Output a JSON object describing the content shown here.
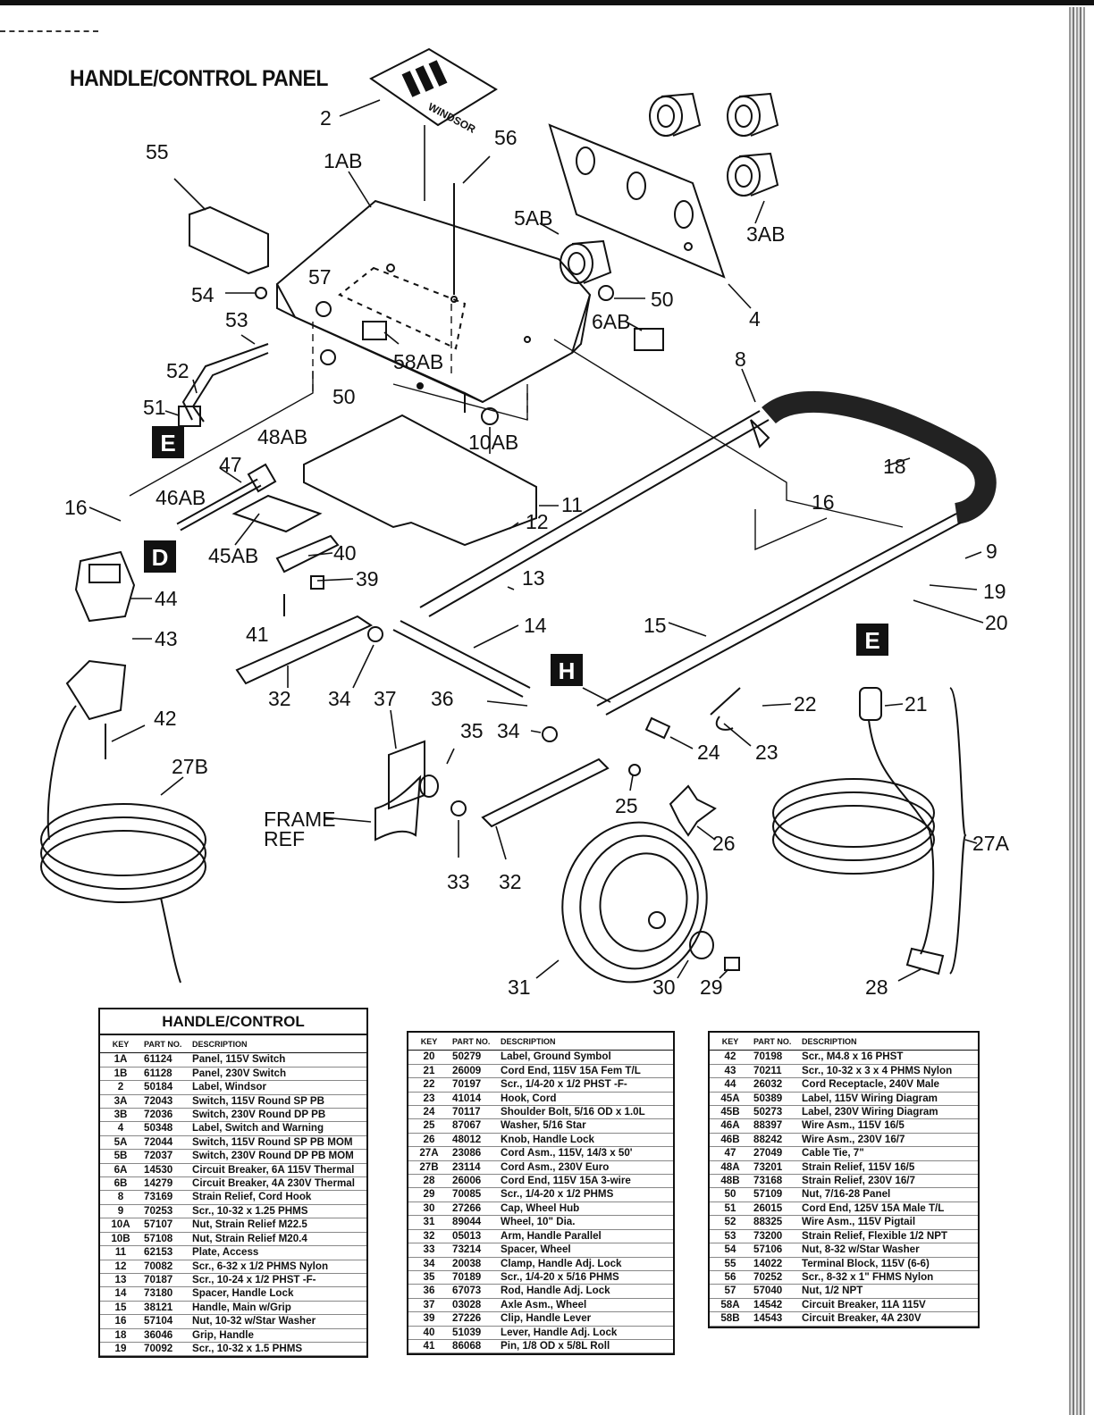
{
  "page_title": "HANDLE/CONTROL PANEL",
  "diagram": {
    "logo_text": "WINDSOR",
    "callouts": {
      "c2": "2",
      "c1ab": "1AB",
      "c56": "56",
      "c55": "55",
      "c5ab": "5AB",
      "c3ab": "3AB",
      "c4": "4",
      "c57": "57",
      "c54": "54",
      "c53": "53",
      "c50a": "50",
      "c6ab": "6AB",
      "c58ab": "58AB",
      "c52": "52",
      "c50b": "50",
      "c8": "8",
      "c51": "51",
      "c10ab": "10AB",
      "c48ab": "48AB",
      "c47": "47",
      "c18": "18",
      "c46ab": "46AB",
      "c16a": "16",
      "c11": "11",
      "c12": "12",
      "c16b": "16",
      "c9": "9",
      "c45ab": "45AB",
      "c40": "40",
      "c39": "39",
      "c13": "13",
      "c19": "19",
      "c44": "44",
      "c41": "41",
      "c14": "14",
      "c15": "15",
      "c20": "20",
      "c43": "43",
      "c32a": "32",
      "c34a": "34",
      "c37": "37",
      "c36": "36",
      "c22": "22",
      "c21": "21",
      "c42": "42",
      "c35": "35",
      "c34b": "34",
      "c24": "24",
      "c23": "23",
      "c27b": "27B",
      "c25": "25",
      "c26": "26",
      "c27a": "27A",
      "c33": "33",
      "c32b": "32",
      "c31": "31",
      "c30": "30",
      "c29": "29",
      "c28": "28"
    },
    "frame_ref_line1": "FRAME",
    "frame_ref_line2": "REF",
    "section_markers": {
      "e1": "E",
      "d": "D",
      "h": "H",
      "e2": "E"
    }
  },
  "parts_table": {
    "title": "HANDLE/CONTROL",
    "columns": {
      "key": "KEY",
      "part_no": "PART NO.",
      "description": "DESCRIPTION"
    },
    "column_1": [
      {
        "key": "1A",
        "part": "61124",
        "desc": "Panel, 115V Switch"
      },
      {
        "key": "1B",
        "part": "61128",
        "desc": "Panel, 230V Switch"
      },
      {
        "key": "2",
        "part": "50184",
        "desc": "Label, Windsor"
      },
      {
        "key": "3A",
        "part": "72043",
        "desc": "Switch, 115V Round SP PB"
      },
      {
        "key": "3B",
        "part": "72036",
        "desc": "Switch, 230V Round DP PB"
      },
      {
        "key": "4",
        "part": "50348",
        "desc": "Label, Switch and Warning"
      },
      {
        "key": "5A",
        "part": "72044",
        "desc": "Switch, 115V Round SP PB MOM"
      },
      {
        "key": "5B",
        "part": "72037",
        "desc": "Switch, 230V Round DP PB MOM"
      },
      {
        "key": "6A",
        "part": "14530",
        "desc": "Circuit Breaker, 6A 115V Thermal"
      },
      {
        "key": "6B",
        "part": "14279",
        "desc": "Circuit Breaker, 4A 230V Thermal"
      },
      {
        "key": "8",
        "part": "73169",
        "desc": "Strain Relief, Cord Hook"
      },
      {
        "key": "9",
        "part": "70253",
        "desc": "Scr., 10-32 x 1.25 PHMS"
      },
      {
        "key": "10A",
        "part": "57107",
        "desc": "Nut, Strain Relief M22.5"
      },
      {
        "key": "10B",
        "part": "57108",
        "desc": "Nut, Strain Relief M20.4"
      },
      {
        "key": "11",
        "part": "62153",
        "desc": "Plate, Access"
      },
      {
        "key": "12",
        "part": "70082",
        "desc": "Scr., 6-32 x 1/2 PHMS Nylon"
      },
      {
        "key": "13",
        "part": "70187",
        "desc": "Scr., 10-24 x 1/2 PHST -F-"
      },
      {
        "key": "14",
        "part": "73180",
        "desc": "Spacer, Handle Lock"
      },
      {
        "key": "15",
        "part": "38121",
        "desc": "Handle, Main w/Grip"
      },
      {
        "key": "16",
        "part": "57104",
        "desc": "Nut, 10-32 w/Star Washer"
      },
      {
        "key": "18",
        "part": "36046",
        "desc": "Grip, Handle"
      },
      {
        "key": "19",
        "part": "70092",
        "desc": "Scr., 10-32 x 1.5 PHMS"
      }
    ],
    "column_2": [
      {
        "key": "20",
        "part": "50279",
        "desc": "Label, Ground Symbol"
      },
      {
        "key": "21",
        "part": "26009",
        "desc": "Cord End, 115V 15A Fem T/L"
      },
      {
        "key": "22",
        "part": "70197",
        "desc": "Scr., 1/4-20 x 1/2 PHST -F-"
      },
      {
        "key": "23",
        "part": "41014",
        "desc": "Hook, Cord"
      },
      {
        "key": "24",
        "part": "70117",
        "desc": "Shoulder Bolt, 5/16 OD x 1.0L"
      },
      {
        "key": "25",
        "part": "87067",
        "desc": "Washer, 5/16 Star"
      },
      {
        "key": "26",
        "part": "48012",
        "desc": "Knob, Handle Lock"
      },
      {
        "key": "27A",
        "part": "23086",
        "desc": "Cord Asm., 115V, 14/3 x 50'"
      },
      {
        "key": "27B",
        "part": "23114",
        "desc": "Cord Asm., 230V Euro"
      },
      {
        "key": "28",
        "part": "26006",
        "desc": "Cord End, 115V 15A 3-wire"
      },
      {
        "key": "29",
        "part": "70085",
        "desc": "Scr., 1/4-20 x 1/2 PHMS"
      },
      {
        "key": "30",
        "part": "27266",
        "desc": "Cap, Wheel Hub"
      },
      {
        "key": "31",
        "part": "89044",
        "desc": "Wheel, 10\" Dia."
      },
      {
        "key": "32",
        "part": "05013",
        "desc": "Arm, Handle Parallel"
      },
      {
        "key": "33",
        "part": "73214",
        "desc": "Spacer, Wheel"
      },
      {
        "key": "34",
        "part": "20038",
        "desc": "Clamp, Handle Adj. Lock"
      },
      {
        "key": "35",
        "part": "70189",
        "desc": "Scr., 1/4-20 x 5/16 PHMS"
      },
      {
        "key": "36",
        "part": "67073",
        "desc": "Rod, Handle Adj. Lock"
      },
      {
        "key": "37",
        "part": "03028",
        "desc": "Axle Asm., Wheel"
      },
      {
        "key": "39",
        "part": "27226",
        "desc": "Clip, Handle Lever"
      },
      {
        "key": "40",
        "part": "51039",
        "desc": "Lever, Handle Adj. Lock"
      },
      {
        "key": "41",
        "part": "86068",
        "desc": "Pin, 1/8 OD x 5/8L Roll"
      }
    ],
    "column_3": [
      {
        "key": "42",
        "part": "70198",
        "desc": "Scr., M4.8 x 16 PHST"
      },
      {
        "key": "43",
        "part": "70211",
        "desc": "Scr., 10-32 x 3 x 4 PHMS Nylon"
      },
      {
        "key": "44",
        "part": "26032",
        "desc": "Cord Receptacle, 240V Male"
      },
      {
        "key": "45A",
        "part": "50389",
        "desc": "Label, 115V Wiring Diagram"
      },
      {
        "key": "45B",
        "part": "50273",
        "desc": "Label, 230V Wiring Diagram"
      },
      {
        "key": "46A",
        "part": "88397",
        "desc": "Wire Asm., 115V 16/5"
      },
      {
        "key": "46B",
        "part": "88242",
        "desc": "Wire Asm., 230V 16/7"
      },
      {
        "key": "47",
        "part": "27049",
        "desc": "Cable Tie, 7\""
      },
      {
        "key": "48A",
        "part": "73201",
        "desc": "Strain Relief, 115V 16/5"
      },
      {
        "key": "48B",
        "part": "73168",
        "desc": "Strain Relief, 230V 16/7"
      },
      {
        "key": "50",
        "part": "57109",
        "desc": "Nut, 7/16-28 Panel"
      },
      {
        "key": "51",
        "part": "26015",
        "desc": "Cord End, 125V 15A Male T/L"
      },
      {
        "key": "52",
        "part": "88325",
        "desc": "Wire Asm., 115V Pigtail"
      },
      {
        "key": "53",
        "part": "73200",
        "desc": "Strain Relief, Flexible 1/2 NPT"
      },
      {
        "key": "54",
        "part": "57106",
        "desc": "Nut, 8-32 w/Star Washer"
      },
      {
        "key": "55",
        "part": "14022",
        "desc": "Terminal Block, 115V (6-6)"
      },
      {
        "key": "56",
        "part": "70252",
        "desc": "Scr., 8-32 x 1\" FHMS Nylon"
      },
      {
        "key": "57",
        "part": "57040",
        "desc": "Nut, 1/2 NPT"
      },
      {
        "key": "58A",
        "part": "14542",
        "desc": "Circuit Breaker, 11A 115V"
      },
      {
        "key": "58B",
        "part": "14543",
        "desc": "Circuit Breaker, 4A 230V"
      }
    ]
  }
}
